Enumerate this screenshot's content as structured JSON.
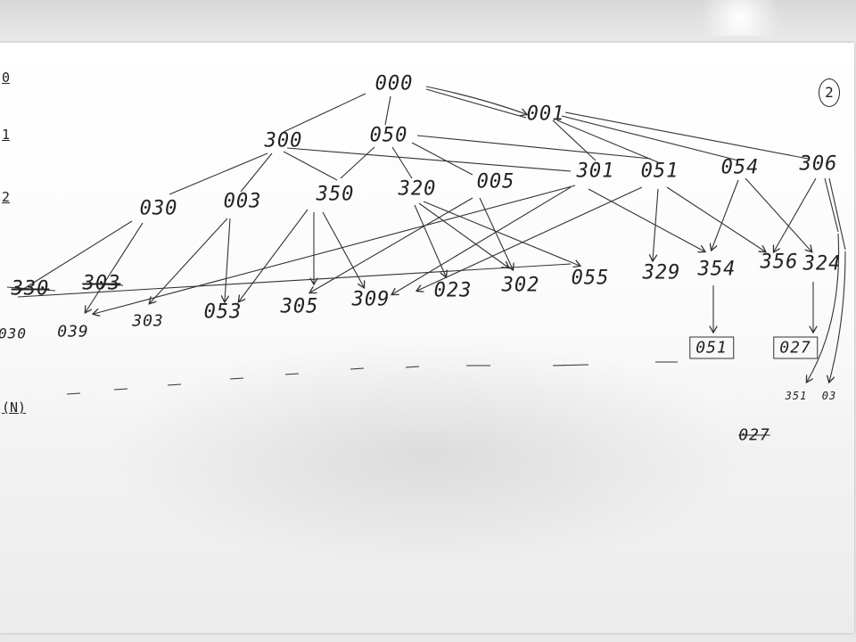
{
  "page_number": "2",
  "levels": {
    "l0": "0",
    "l1": "1",
    "l2": "2",
    "l3": "(N)"
  },
  "nodes": {
    "root": "000",
    "n001": "001",
    "n300": "300",
    "n050": "050",
    "n301": "301",
    "n051": "051",
    "n054": "054",
    "n306": "306",
    "n030": "030",
    "n003": "003",
    "n350": "350",
    "n320": "320",
    "n005": "005",
    "n330": "330",
    "n303a": "303",
    "b030": "030",
    "b039": "039",
    "b303": "303",
    "b053": "053",
    "b305": "305",
    "b309": "309",
    "b023": "023",
    "b302": "302",
    "b055": "055",
    "b329": "329",
    "b354": "354",
    "b356": "356",
    "b324": "324",
    "box1": "051",
    "box2": "027",
    "t351": "351",
    "t03": "03",
    "crossed": "027"
  }
}
